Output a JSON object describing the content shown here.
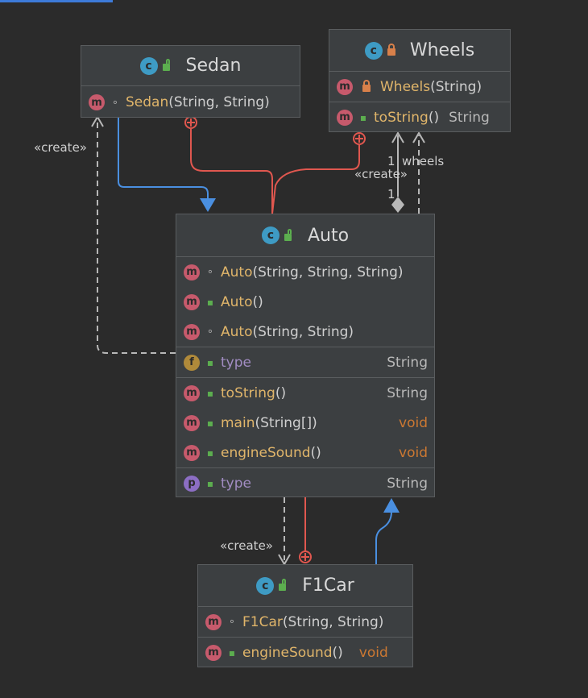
{
  "classes": {
    "sedan": {
      "name": "Sedan",
      "members": [
        {
          "name": "Sedan",
          "sig": "(String, String)"
        }
      ]
    },
    "wheels": {
      "name": "Wheels",
      "members": [
        {
          "name": "Wheels",
          "sig": "(String)"
        },
        {
          "name": "toString",
          "sig": "()",
          "type": "String"
        }
      ]
    },
    "auto": {
      "name": "Auto",
      "constructors": [
        {
          "name": "Auto",
          "sig": "(String, String, String)"
        },
        {
          "name": "Auto",
          "sig": "()"
        },
        {
          "name": "Auto",
          "sig": "(String, String)"
        }
      ],
      "fields": [
        {
          "name": "type",
          "type": "String"
        }
      ],
      "methods": [
        {
          "name": "toString",
          "sig": "()",
          "type": "String"
        },
        {
          "name": "main",
          "sig": "(String[])",
          "type": "void"
        },
        {
          "name": "engineSound",
          "sig": "()",
          "type": "void"
        }
      ],
      "properties": [
        {
          "name": "type",
          "type": "String"
        }
      ]
    },
    "f1car": {
      "name": "F1Car",
      "members": [
        {
          "name": "F1Car",
          "sig": "(String, String)"
        },
        {
          "name": "engineSound",
          "sig": "()",
          "type": "void"
        }
      ]
    }
  },
  "labels": {
    "create_sedan": "«create»",
    "create_wheels": "«create»",
    "create_f1car": "«create»",
    "wheels_mult_top": "1",
    "wheels_role": "wheels",
    "wheels_mult_bottom": "1"
  },
  "badges": {
    "class": "c",
    "method": "m",
    "field": "f",
    "property": "p"
  },
  "colors": {
    "background": "#2b2b2b",
    "box": "#3c3f41",
    "inheritance": "#4a8fe0",
    "inner_class": "#e0574f",
    "dependency": "#b8b8b8",
    "method_name": "#e0b56a",
    "void_type": "#cc7832"
  }
}
